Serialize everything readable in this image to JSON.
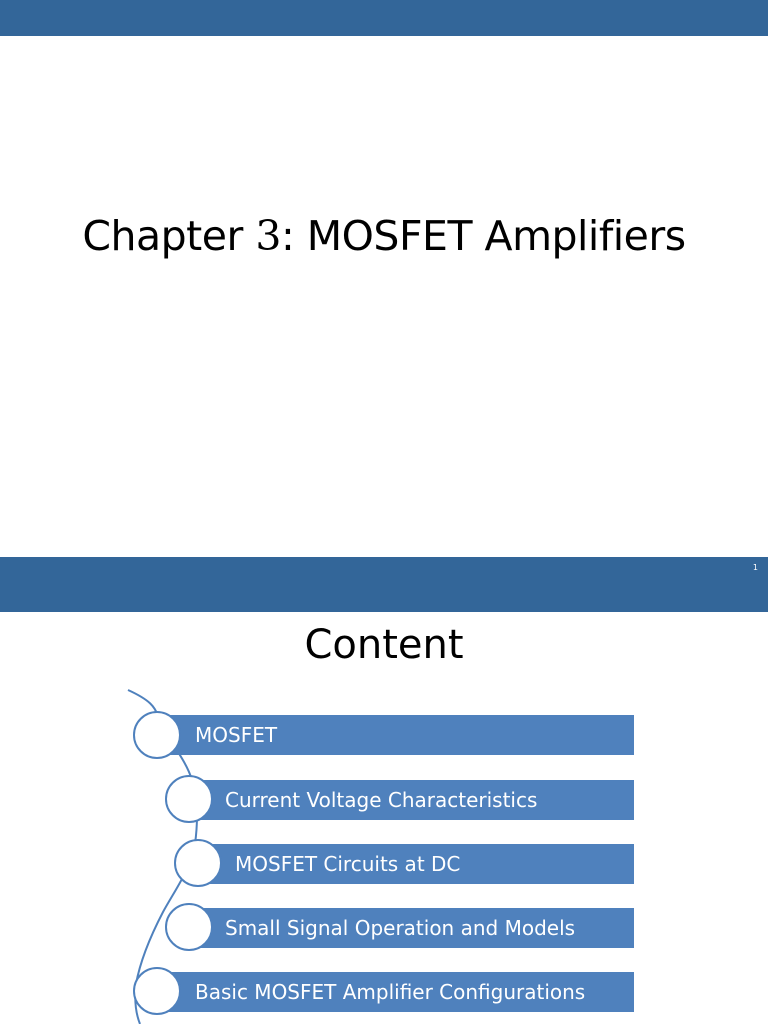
{
  "slide1": {
    "title_prefix": "Chapter ",
    "title_number": "3",
    "title_suffix": ": MOSFET Amplifiers",
    "slide_number": "1"
  },
  "slide2": {
    "heading": "Content",
    "items": [
      {
        "label": "MOSFET"
      },
      {
        "label": "Current Voltage Characteristics"
      },
      {
        "label": "MOSFET Circuits at DC"
      },
      {
        "label": "Small Signal Operation and Models"
      },
      {
        "label": "Basic MOSFET Amplifier Configurations"
      }
    ]
  },
  "colors": {
    "header_bar": "#336699",
    "item_fill": "#4f81bd",
    "text_on_bar": "#ffffff"
  }
}
